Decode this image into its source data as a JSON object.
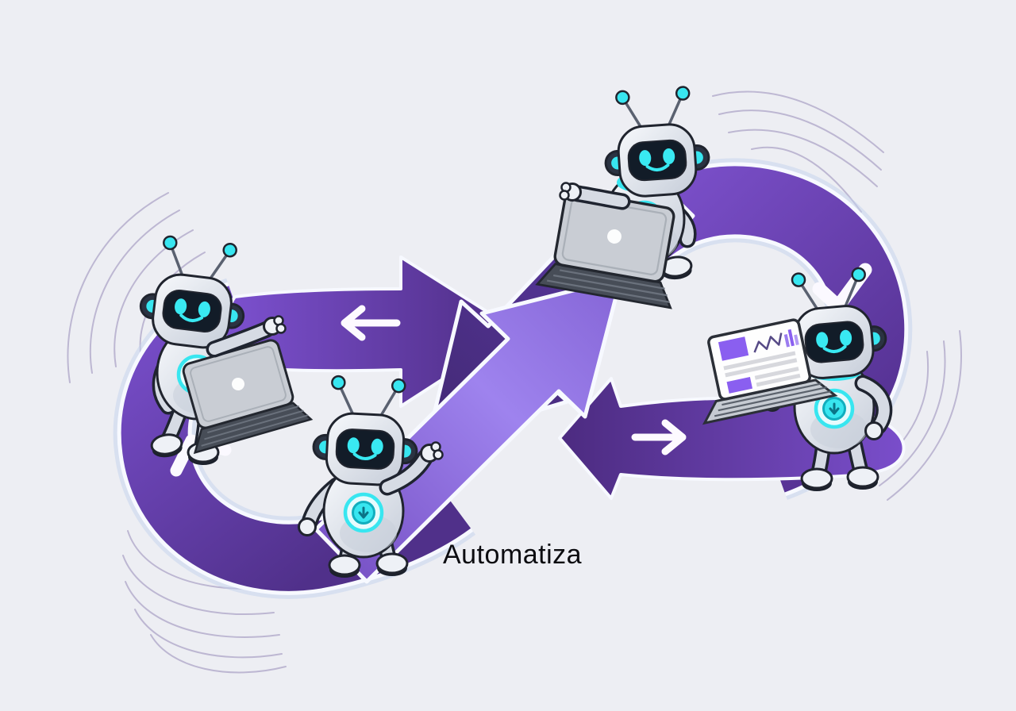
{
  "illustration": {
    "caption": "Automatiza",
    "background_color": "#edeef3",
    "palette": {
      "ribbon_purple": "#6b3fb8",
      "ribbon_light_purple": "#9e83ee",
      "ribbon_dark_purple": "#46286f",
      "outline_white": "#f7f9ff",
      "accent_cyan": "#38e6f0",
      "robot_body_light": "#f2f4f8",
      "robot_body_shade": "#c6cdd9",
      "visor_dark": "#121c28",
      "caption_color": "#0c0c10",
      "motion_arc_color": "#b5aecd",
      "laptop_gray": "#c9cdd4",
      "dashboard_purple": "#8a5ff0"
    },
    "robots": [
      {
        "id": "robot-left",
        "pose": "sitting on loop with laptop, arm extended"
      },
      {
        "id": "robot-top",
        "pose": "sitting on loop with laptop"
      },
      {
        "id": "robot-right",
        "pose": "standing holding laptop showing analytics dashboard"
      },
      {
        "id": "robot-bottom",
        "pose": "standing and waving"
      }
    ],
    "glyphs": {
      "check": "checkmark on right loop",
      "chevron": "chevron on left loop",
      "arrow_left": "left arrow on upper band",
      "arrow_right": "right arrow on lower band"
    }
  }
}
